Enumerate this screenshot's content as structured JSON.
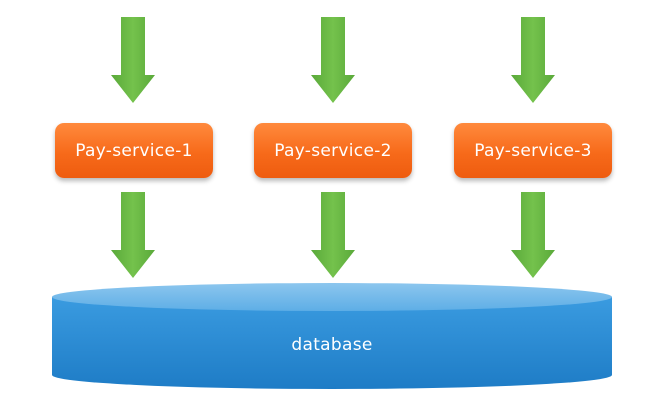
{
  "services": [
    {
      "label": "Pay-service-1"
    },
    {
      "label": "Pay-service-2"
    },
    {
      "label": "Pay-service-3"
    }
  ],
  "database": {
    "label": "database"
  },
  "colors": {
    "service_box": "#f76a1a",
    "arrow": "#6cbd45",
    "database": "#2f8fd8",
    "text": "#ffffff"
  }
}
